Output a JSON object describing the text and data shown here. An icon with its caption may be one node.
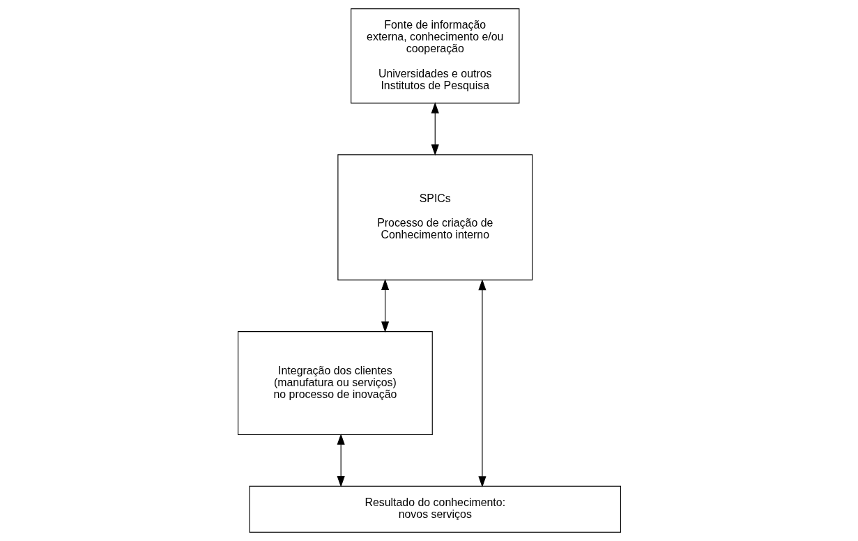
{
  "diagram": {
    "nodes": [
      {
        "text": [
          "Fonte de informação externa, conhecimento e/ou cooperação",
          "Universidades e outros Institutos de Pesquisa"
        ]
      },
      {
        "text": [
          "SPICs",
          "Processo de criação de Conhecimento interno"
        ]
      },
      {
        "text": [
          "Integração dos clientes (manufatura ou serviços) no processo de inovação"
        ]
      },
      {
        "text": [
          "Resultado do conhecimento: novos serviços"
        ]
      }
    ],
    "edges": [
      {
        "from": 0,
        "to": 1,
        "arrow": "both"
      },
      {
        "from": 1,
        "to": 2,
        "arrow": "both"
      },
      {
        "from": 1,
        "to": 3,
        "arrow": "both"
      },
      {
        "from": 2,
        "to": 3,
        "arrow": "both"
      }
    ]
  }
}
